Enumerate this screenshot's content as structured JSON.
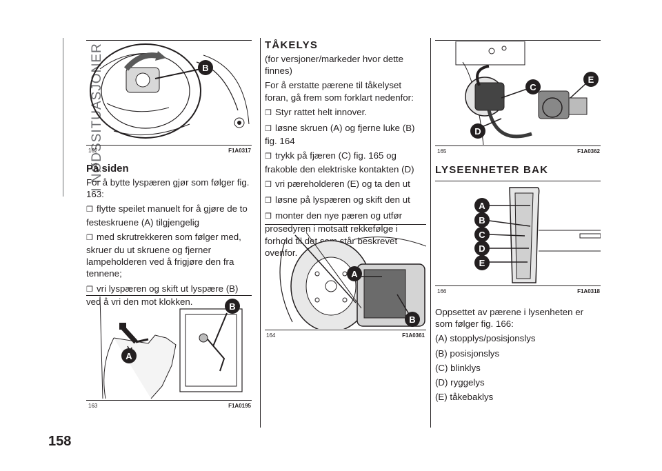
{
  "sidebar": {
    "section_title": "I NØDSSITUASJONER"
  },
  "page": {
    "number": "158"
  },
  "figures": {
    "f162": {
      "number": "162",
      "code": "F1A0317",
      "labels": [
        "B"
      ]
    },
    "f163": {
      "number": "163",
      "code": "F1A0195",
      "labels": [
        "B",
        "A"
      ]
    },
    "f164": {
      "number": "164",
      "code": "F1A0361",
      "labels": [
        "A",
        "B"
      ]
    },
    "f165": {
      "number": "165",
      "code": "F1A0362",
      "labels": [
        "E",
        "C",
        "D"
      ]
    },
    "f166": {
      "number": "166",
      "code": "F1A0318",
      "labels": [
        "A",
        "B",
        "C",
        "D",
        "E"
      ]
    }
  },
  "col1": {
    "heading": "På siden",
    "intro": "For å bytte lyspæren gjør som følger fig. 163:",
    "steps": [
      "flytte speilet manuelt for å gjøre de to festeskruene (A) tilgjengelig",
      "med skrutrekkeren som følger med, skruer du ut skruene og fjerner lampeholderen ved å frigjøre den fra tennene;",
      "vri lyspæren og skift ut lyspære (B) ved å vri den mot klokken."
    ]
  },
  "col2": {
    "heading": "TÅKELYS",
    "subheading": "(for versjoner/markeder hvor dette finnes)",
    "intro": "For å erstatte pærene til tåkelyset foran, gå frem som forklart nedenfor:",
    "steps": [
      "Styr rattet helt innover.",
      "løsne skruen (A) og fjerne luke (B) fig. 164",
      "trykk på fjæren (C) fig. 165 og frakoble den elektriske kontakten (D)",
      "vri pæreholderen (E) og ta den ut",
      "løsne på lyspæren og skift den ut",
      "monter den nye pæren og utfør prosedyren i motsatt rekkefølge i forhold til det som står beskrevet ovenfor."
    ]
  },
  "col3": {
    "heading": "LYSEENHETER BAK",
    "intro": "Oppsettet av pærene i lysenheten er som følger fig. 166:",
    "items": [
      "(A) stopplys/posisjonslys",
      "(B) posisjonslys",
      "(C) blinklys",
      "(D) ryggelys",
      "(E) tåkebaklys"
    ]
  }
}
